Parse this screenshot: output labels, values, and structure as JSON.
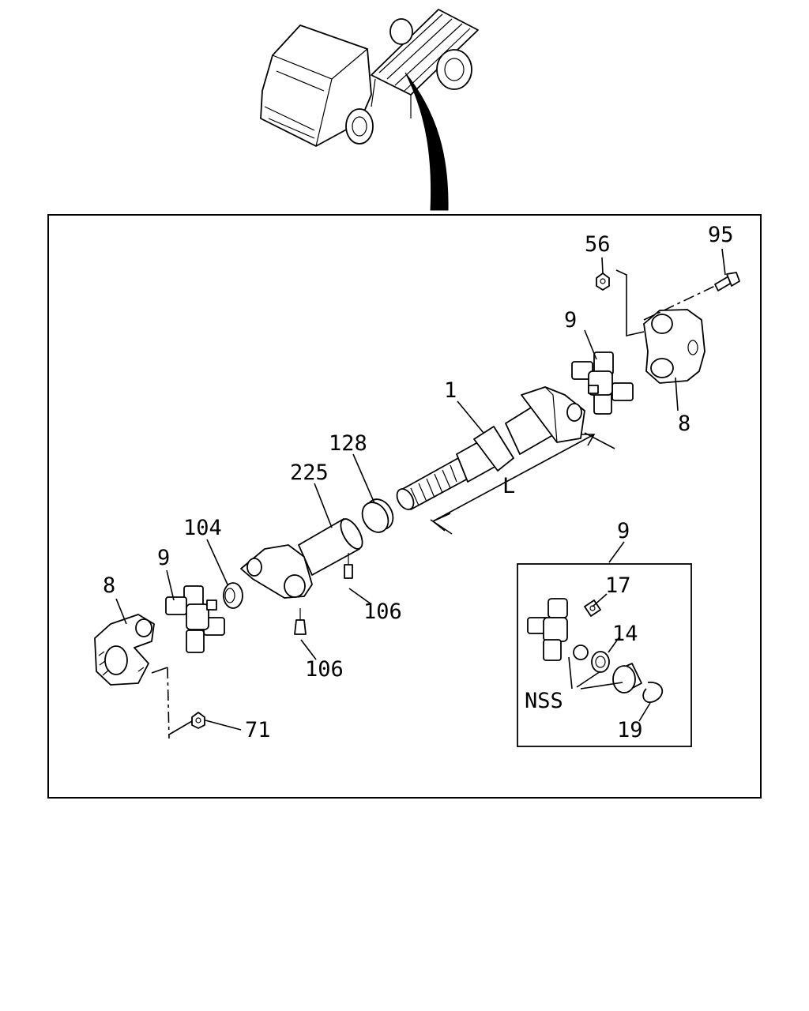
{
  "diagram": {
    "callouts": {
      "p1": "1",
      "p8_left": "8",
      "p8_right": "8",
      "p9_left": "9",
      "p9_right": "9",
      "p9_inset": "9",
      "p14": "14",
      "p17": "17",
      "p19": "19",
      "p56": "56",
      "p71": "71",
      "p95": "95",
      "p104": "104",
      "p106_upper": "106",
      "p106_lower": "106",
      "p128": "128",
      "p225": "225"
    },
    "dimension_label": "L",
    "inset_note": "NSS"
  }
}
